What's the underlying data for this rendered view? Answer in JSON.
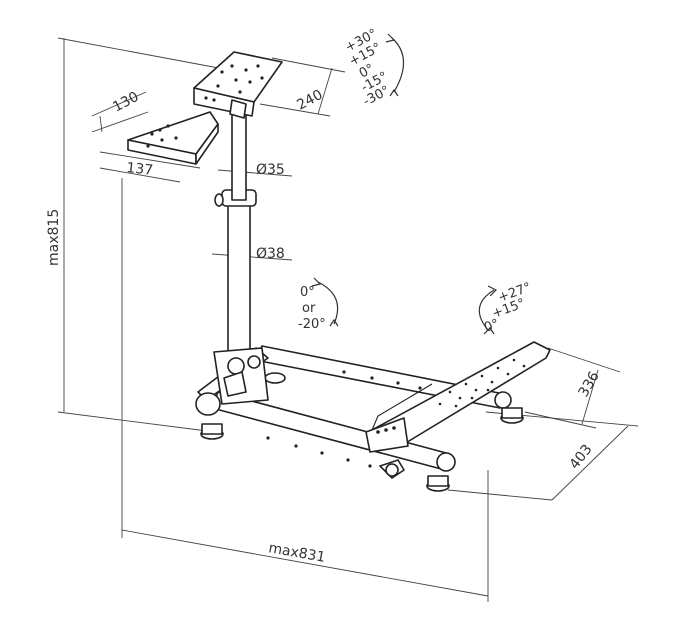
{
  "dimensions": {
    "max_height": "max815",
    "max_length": "max831",
    "plate_top_width": "240",
    "pedal_plate_a": "130",
    "pedal_plate_b": "137",
    "tube_upper": "Ø35",
    "tube_lower": "Ø38",
    "pedal_depth": "336",
    "base_depth": "403"
  },
  "wheel_tilt": {
    "l1": "+30°",
    "l2": "+15°",
    "l3": "0°",
    "l4": "-15°",
    "l5": "-30°"
  },
  "shifter_tilt": {
    "l1": "0°",
    "l2": "or",
    "l3": "-20°"
  },
  "pedal_tilt": {
    "l1": "+27°",
    "l2": "+15°",
    "l3": "0°"
  }
}
